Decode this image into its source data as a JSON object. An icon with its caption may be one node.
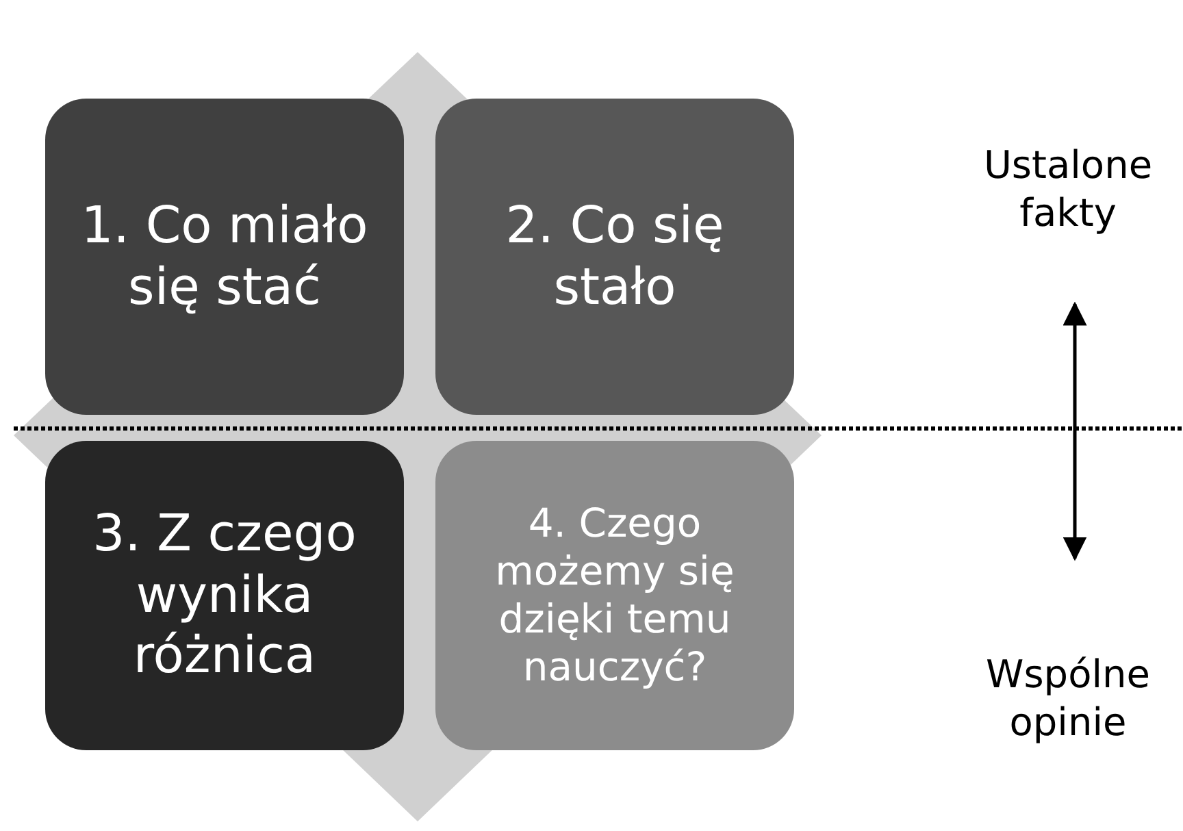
{
  "diagram": {
    "nodes": [
      {
        "text": [
          "1. Co miało się stać"
        ]
      },
      {
        "text": [
          "2. Co się stało"
        ]
      },
      {
        "text": [
          "3. Z czego wynika różnica"
        ]
      },
      {
        "text": [
          "4. Czego możemy się dzięki temu nauczyć?"
        ]
      },
      {
        "text": [
          "Ustalone fakty"
        ]
      },
      {
        "text": [
          "Wspólne opinie"
        ]
      }
    ],
    "edges": [
      {
        "from": 4,
        "to": 5,
        "arrow": "both"
      }
    ]
  }
}
